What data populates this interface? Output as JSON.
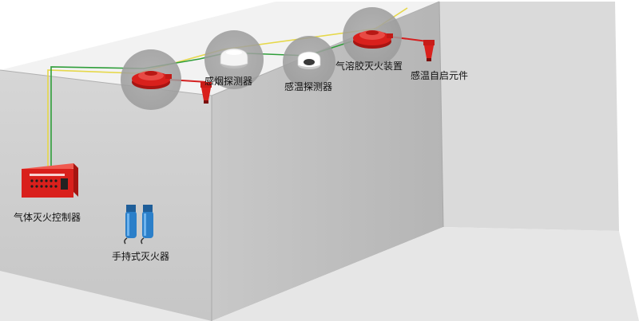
{
  "labels": {
    "smoke_detector": "感烟探测器",
    "heat_detector": "感温探测器",
    "aerosol_device": "气溶胶灭火装置",
    "heat_trigger": "感温自启元件",
    "controller": "气体灭火控制器",
    "extinguisher": "手持式灭火器"
  },
  "colors": {
    "room_back": "#cfcfcf",
    "room_side": "#bdbdbd",
    "room_floor": "#e4e4e4",
    "ceiling": "#f6f6f6",
    "wire_yellow": "#e6d84a",
    "wire_green": "#2f9e3a",
    "wire_red": "#d42020",
    "device_red": "#d9201c",
    "extinguisher_blue": "#2b7fc9"
  }
}
